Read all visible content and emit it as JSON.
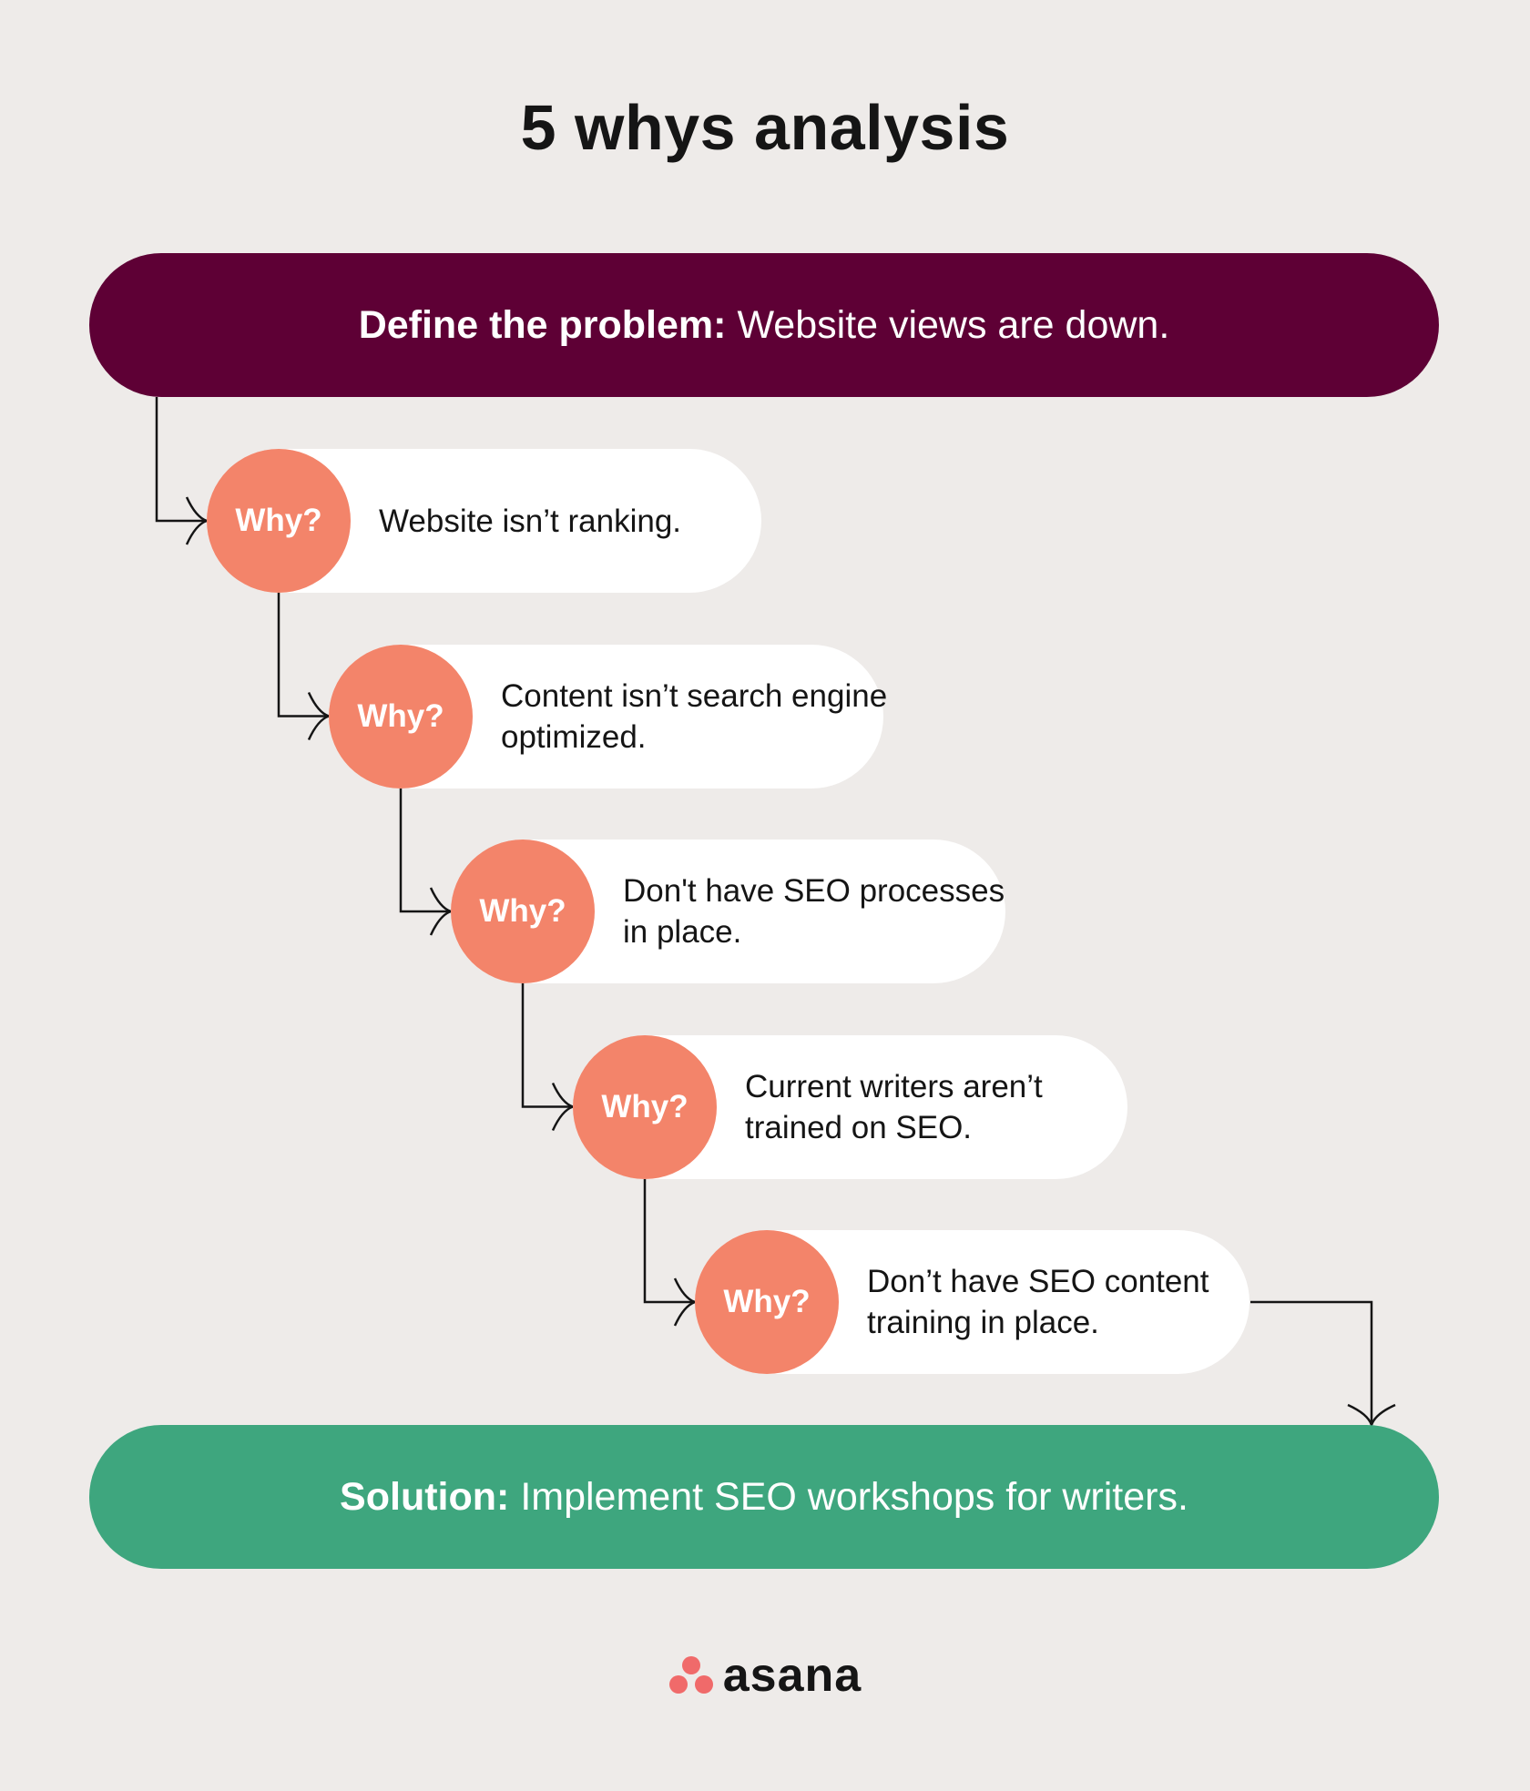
{
  "title": "5 whys analysis",
  "problem": {
    "label": "Define the problem:",
    "text": "Website views are down."
  },
  "whys": [
    {
      "badge": "Why?",
      "text": "Website isn’t ranking."
    },
    {
      "badge": "Why?",
      "text": "Content isn’t search engine optimized."
    },
    {
      "badge": "Why?",
      "text": "Don't have SEO processes in place."
    },
    {
      "badge": "Why?",
      "text": "Current writers aren’t trained on SEO."
    },
    {
      "badge": "Why?",
      "text": "Don’t have SEO content training in place."
    }
  ],
  "solution": {
    "label": "Solution:",
    "text": "Implement SEO workshops for writers."
  },
  "logo": {
    "text": "asana"
  },
  "colors": {
    "problem": "#5e0035",
    "why": "#f3846a",
    "solution": "#3ea67e",
    "logo_dots": "#f06a6a"
  }
}
